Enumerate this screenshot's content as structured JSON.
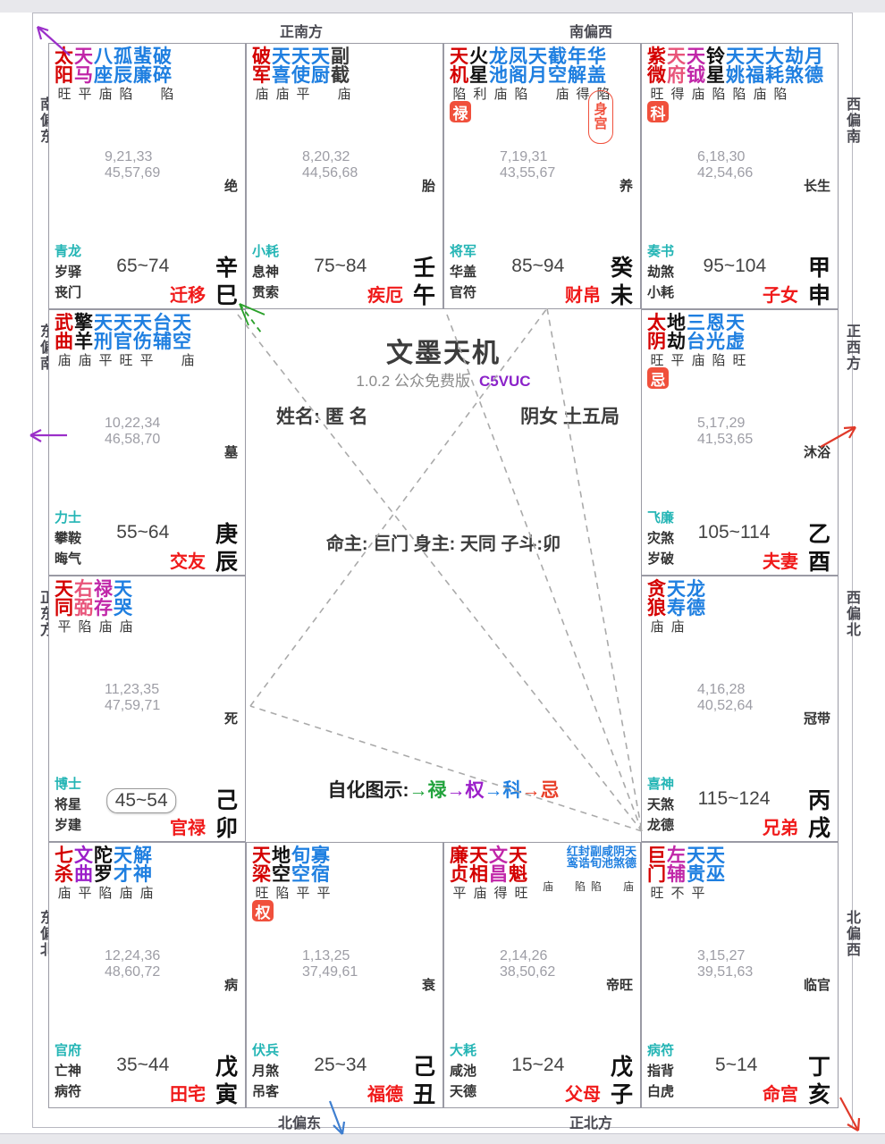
{
  "app": {
    "title": "文墨天机",
    "subtitle": "1.0.2 公众免费版",
    "code": "C5VUC"
  },
  "center": {
    "name_label": "姓名:",
    "name_value": "匿 名",
    "gender_bureau": "阴女 土五局",
    "lords": "命主: 巨门 身主: 天同 子斗:卯",
    "legend_label": "自化图示:",
    "legend_items": [
      {
        "arrow": "→",
        "label": "禄",
        "color": "#21a33c"
      },
      {
        "arrow": "→",
        "label": "权",
        "color": "#9b1fc9"
      },
      {
        "arrow": "→",
        "label": "科",
        "color": "#1f7fe0"
      },
      {
        "arrow": "→",
        "label": "忌",
        "color": "#e8402a"
      }
    ]
  },
  "directions": {
    "top": [
      "正南方",
      "南偏西"
    ],
    "bottom": [
      "北偏东",
      "正北方"
    ],
    "left": [
      "南偏东",
      "东偏南",
      "正东方",
      "东偏北"
    ],
    "right": [
      "西偏南",
      "正西方",
      "西偏北",
      "北偏西"
    ]
  },
  "palaces": [
    {
      "id": "si",
      "stars": [
        {
          "text": "太阳",
          "color": "#d40000"
        },
        {
          "text": "天马",
          "color": "#c026a8"
        },
        {
          "text": "八座",
          "color": "#1f7fe0"
        },
        {
          "text": "孤辰",
          "color": "#1f7fe0"
        },
        {
          "text": "蜚廉",
          "color": "#1f7fe0"
        },
        {
          "text": "破碎",
          "color": "#1f7fe0"
        }
      ],
      "brightness": [
        "旺",
        "平",
        "庙",
        "陷",
        "",
        "陷"
      ],
      "substars": [],
      "sub_brightness": [],
      "badge": "",
      "shengong": false,
      "ages": [
        "9,21,33",
        "45,57,69"
      ],
      "stage": "绝",
      "star_god": "青龙",
      "year_god": "岁驿",
      "flow_god": "丧门",
      "decade": "65~74",
      "decade_boxed": false,
      "stem": "辛",
      "branch": "巳",
      "palace_name": "迁移"
    },
    {
      "id": "wu",
      "stars": [
        {
          "text": "破军",
          "color": "#d40000"
        },
        {
          "text": "天喜",
          "color": "#1f7fe0"
        },
        {
          "text": "天使",
          "color": "#1f7fe0"
        },
        {
          "text": "天厨",
          "color": "#1f7fe0"
        },
        {
          "text": "副截",
          "color": "#3a3a3a"
        }
      ],
      "brightness": [
        "庙",
        "庙",
        "平",
        "",
        "庙"
      ],
      "substars": [],
      "sub_brightness": [],
      "badge": "",
      "shengong": false,
      "ages": [
        "8,20,32",
        "44,56,68"
      ],
      "stage": "胎",
      "star_god": "小耗",
      "year_god": "息神",
      "flow_god": "贯索",
      "decade": "75~84",
      "decade_boxed": false,
      "stem": "壬",
      "branch": "午",
      "palace_name": "疾厄"
    },
    {
      "id": "wei",
      "stars": [
        {
          "text": "天机",
          "color": "#d40000"
        },
        {
          "text": "火星",
          "color": "#111111"
        },
        {
          "text": "龙池",
          "color": "#1f7fe0"
        },
        {
          "text": "凤阁",
          "color": "#1f7fe0"
        },
        {
          "text": "天月",
          "color": "#1f7fe0"
        },
        {
          "text": "截空",
          "color": "#1f7fe0"
        },
        {
          "text": "年解",
          "color": "#1f7fe0"
        },
        {
          "text": "华盖",
          "color": "#1f7fe0"
        }
      ],
      "brightness": [
        "陷",
        "利",
        "庙",
        "陷",
        "",
        "庙",
        "得",
        "陷"
      ],
      "substars": [],
      "sub_brightness": [],
      "badge": "禄",
      "shengong": true,
      "shengong_text": "身宫",
      "ages": [
        "7,19,31",
        "43,55,67"
      ],
      "stage": "养",
      "star_god": "将军",
      "year_god": "华盖",
      "flow_god": "官符",
      "decade": "85~94",
      "decade_boxed": false,
      "stem": "癸",
      "branch": "未",
      "palace_name": "财帛"
    },
    {
      "id": "shen",
      "stars": [
        {
          "text": "紫微",
          "color": "#d40000"
        },
        {
          "text": "天府",
          "color": "#e8547a"
        },
        {
          "text": "天钺",
          "color": "#c026a8"
        },
        {
          "text": "铃星",
          "color": "#111111"
        },
        {
          "text": "天姚",
          "color": "#1f7fe0"
        },
        {
          "text": "天福",
          "color": "#1f7fe0"
        },
        {
          "text": "大耗",
          "color": "#1f7fe0"
        },
        {
          "text": "劫煞",
          "color": "#1f7fe0"
        },
        {
          "text": "月德",
          "color": "#1f7fe0"
        }
      ],
      "brightness": [
        "旺",
        "得",
        "庙",
        "陷",
        "陷",
        "庙",
        "陷",
        "",
        ""
      ],
      "substars": [],
      "sub_brightness": [],
      "badge": "科",
      "shengong": false,
      "ages": [
        "6,18,30",
        "42,54,66"
      ],
      "stage": "长生",
      "star_god": "奏书",
      "year_god": "劫煞",
      "flow_god": "小耗",
      "decade": "95~104",
      "decade_boxed": false,
      "stem": "甲",
      "branch": "申",
      "palace_name": "子女"
    },
    {
      "id": "chen",
      "stars": [
        {
          "text": "武曲",
          "color": "#d40000"
        },
        {
          "text": "擎羊",
          "color": "#111111"
        },
        {
          "text": "天刑",
          "color": "#1f7fe0"
        },
        {
          "text": "天官",
          "color": "#1f7fe0"
        },
        {
          "text": "天伤",
          "color": "#1f7fe0"
        },
        {
          "text": "台辅",
          "color": "#1f7fe0"
        },
        {
          "text": "天空",
          "color": "#1f7fe0"
        }
      ],
      "brightness": [
        "庙",
        "庙",
        "平",
        "旺",
        "平",
        "",
        "庙"
      ],
      "substars": [],
      "sub_brightness": [],
      "badge": "",
      "shengong": false,
      "ages": [
        "10,22,34",
        "46,58,70"
      ],
      "stage": "墓",
      "star_god": "力士",
      "year_god": "攀鞍",
      "flow_god": "晦气",
      "decade": "55~64",
      "decade_boxed": false,
      "stem": "庚",
      "branch": "辰",
      "palace_name": "交友"
    },
    {
      "id": "you",
      "stars": [
        {
          "text": "太阴",
          "color": "#d40000"
        },
        {
          "text": "地劫",
          "color": "#111111"
        },
        {
          "text": "三台",
          "color": "#1f7fe0"
        },
        {
          "text": "恩光",
          "color": "#1f7fe0"
        },
        {
          "text": "天虚",
          "color": "#1f7fe0"
        }
      ],
      "brightness": [
        "旺",
        "平",
        "庙",
        "陷",
        "旺"
      ],
      "substars": [],
      "sub_brightness": [],
      "badge": "忌",
      "shengong": false,
      "ages": [
        "5,17,29",
        "41,53,65"
      ],
      "stage": "沐浴",
      "star_god": "飞廉",
      "year_god": "灾煞",
      "flow_god": "岁破",
      "decade": "105~114",
      "decade_boxed": false,
      "stem": "乙",
      "branch": "酉",
      "palace_name": "夫妻"
    },
    {
      "id": "mao",
      "stars": [
        {
          "text": "天同",
          "color": "#d40000"
        },
        {
          "text": "右弼",
          "color": "#e8547a"
        },
        {
          "text": "禄存",
          "color": "#c026a8"
        },
        {
          "text": "天哭",
          "color": "#1f7fe0"
        }
      ],
      "brightness": [
        "平",
        "陷",
        "庙",
        "庙"
      ],
      "substars": [],
      "sub_brightness": [],
      "badge": "",
      "shengong": false,
      "ages": [
        "11,23,35",
        "47,59,71"
      ],
      "stage": "死",
      "star_god": "博士",
      "year_god": "将星",
      "flow_god": "岁建",
      "decade": "45~54",
      "decade_boxed": true,
      "stem": "己",
      "branch": "卯",
      "palace_name": "官禄"
    },
    {
      "id": "xu",
      "stars": [
        {
          "text": "贪狼",
          "color": "#d40000"
        },
        {
          "text": "天寿",
          "color": "#1f7fe0"
        },
        {
          "text": "龙德",
          "color": "#1f7fe0"
        }
      ],
      "brightness": [
        "庙",
        "庙",
        ""
      ],
      "substars": [],
      "sub_brightness": [],
      "badge": "",
      "shengong": false,
      "ages": [
        "4,16,28",
        "40,52,64"
      ],
      "stage": "冠带",
      "star_god": "喜神",
      "year_god": "天煞",
      "flow_god": "龙德",
      "decade": "115~124",
      "decade_boxed": false,
      "stem": "丙",
      "branch": "戌",
      "palace_name": "兄弟"
    },
    {
      "id": "yin",
      "stars": [
        {
          "text": "七杀",
          "color": "#d40000"
        },
        {
          "text": "文曲",
          "color": "#9b1fc9"
        },
        {
          "text": "陀罗",
          "color": "#111111"
        },
        {
          "text": "天才",
          "color": "#1f7fe0"
        },
        {
          "text": "解神",
          "color": "#1f7fe0"
        }
      ],
      "brightness": [
        "庙",
        "平",
        "陷",
        "庙",
        "庙"
      ],
      "substars": [],
      "sub_brightness": [],
      "badge": "",
      "shengong": false,
      "ages": [
        "12,24,36",
        "48,60,72"
      ],
      "stage": "病",
      "star_god": "官府",
      "year_god": "亡神",
      "flow_god": "病符",
      "decade": "35~44",
      "decade_boxed": false,
      "stem": "戊",
      "branch": "寅",
      "palace_name": "田宅"
    },
    {
      "id": "chou",
      "stars": [
        {
          "text": "天梁",
          "color": "#d40000"
        },
        {
          "text": "地空",
          "color": "#111111"
        },
        {
          "text": "旬空",
          "color": "#1f7fe0"
        },
        {
          "text": "寡宿",
          "color": "#1f7fe0"
        }
      ],
      "brightness": [
        "旺",
        "陷",
        "平",
        "平"
      ],
      "substars": [],
      "sub_brightness": [],
      "badge": "权",
      "shengong": false,
      "ages": [
        "1,13,25",
        "37,49,61"
      ],
      "stage": "衰",
      "star_god": "伏兵",
      "year_god": "月煞",
      "flow_god": "吊客",
      "decade": "25~34",
      "decade_boxed": false,
      "stem": "己",
      "branch": "丑",
      "palace_name": "福德"
    },
    {
      "id": "zi",
      "stars": [
        {
          "text": "廉贞",
          "color": "#d40000"
        },
        {
          "text": "天相",
          "color": "#d40000"
        },
        {
          "text": "文昌",
          "color": "#c026a8"
        },
        {
          "text": "天魁",
          "color": "#d40000"
        }
      ],
      "brightness": [
        "平",
        "庙",
        "得",
        "旺"
      ],
      "substars": [
        {
          "text": "红鸾",
          "color": "#1f7fe0"
        },
        {
          "text": "封诰",
          "color": "#1f7fe0"
        },
        {
          "text": "副旬",
          "color": "#1f7fe0"
        },
        {
          "text": "咸池",
          "color": "#1f7fe0"
        },
        {
          "text": "阴煞",
          "color": "#1f7fe0"
        },
        {
          "text": "天德",
          "color": "#1f7fe0"
        }
      ],
      "sub_brightness": [
        "庙",
        "",
        "陷",
        "陷",
        "",
        "庙"
      ],
      "badge": "",
      "shengong": false,
      "ages": [
        "2,14,26",
        "38,50,62"
      ],
      "stage": "帝旺",
      "star_god": "大耗",
      "year_god": "咸池",
      "flow_god": "天德",
      "decade": "15~24",
      "decade_boxed": false,
      "stem": "戊",
      "branch": "子",
      "palace_name": "父母"
    },
    {
      "id": "hai",
      "stars": [
        {
          "text": "巨门",
          "color": "#d40000"
        },
        {
          "text": "左辅",
          "color": "#c026a8"
        },
        {
          "text": "天贵",
          "color": "#1f7fe0"
        },
        {
          "text": "天巫",
          "color": "#1f7fe0"
        }
      ],
      "brightness": [
        "旺",
        "不",
        "平",
        ""
      ],
      "substars": [],
      "sub_brightness": [],
      "badge": "",
      "shengong": false,
      "ages": [
        "3,15,27",
        "39,51,63"
      ],
      "stage": "临官",
      "star_god": "病符",
      "year_god": "指背",
      "flow_god": "白虎",
      "decade": "5~14",
      "decade_boxed": false,
      "stem": "丁",
      "branch": "亥",
      "palace_name": "命宫"
    }
  ]
}
